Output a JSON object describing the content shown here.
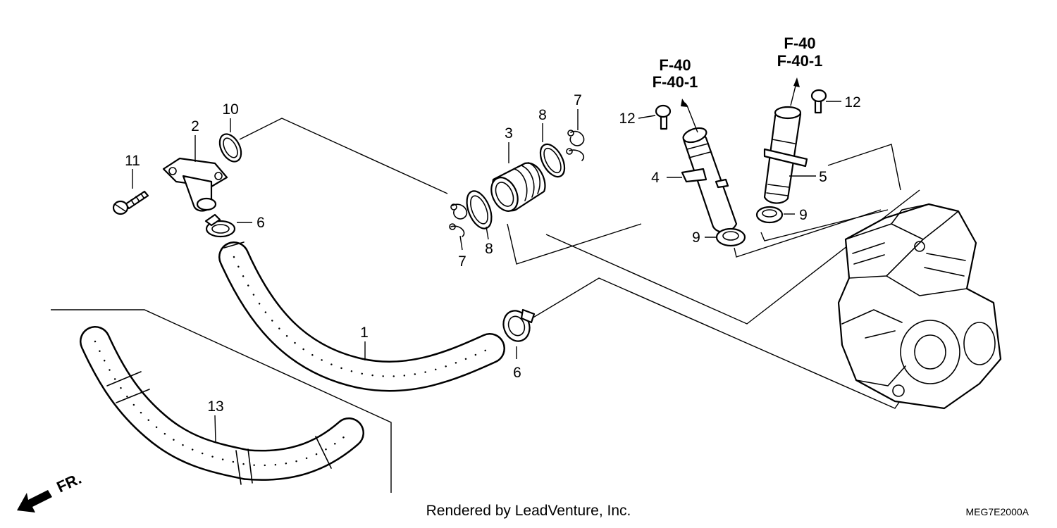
{
  "references": {
    "left_line1": "F-40",
    "left_line2": "F-40-1",
    "right_line1": "F-40",
    "right_line2": "F-40-1"
  },
  "callouts": {
    "p1": "1",
    "p2": "2",
    "p3": "3",
    "p4": "4",
    "p5": "5",
    "p6a": "6",
    "p6b": "6",
    "p7a": "7",
    "p7b": "7",
    "p8a": "8",
    "p8b": "8",
    "p9a": "9",
    "p9b": "9",
    "p10": "10",
    "p11": "11",
    "p12a": "12",
    "p12b": "12",
    "p13": "13"
  },
  "direction_label": "FR.",
  "footer": {
    "credit": "Rendered by LeadVenture, Inc.",
    "diagram_code": "MEG7E2000A"
  }
}
